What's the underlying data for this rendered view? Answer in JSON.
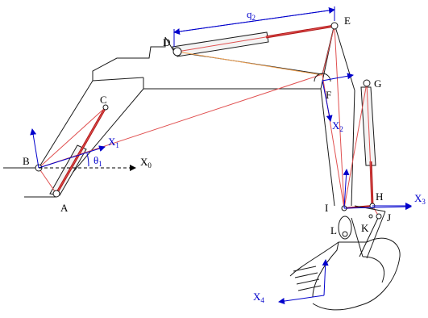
{
  "labels": {
    "A": "A",
    "B": "B",
    "C": "C",
    "D": "D",
    "E": "E",
    "F": "F",
    "G": "G",
    "H": "H",
    "I": "I",
    "J": "J",
    "K": "K",
    "L": "L"
  },
  "axes": {
    "x0": {
      "base": "X",
      "sub": "0"
    },
    "x1": {
      "base": "X",
      "sub": "1"
    },
    "x2": {
      "base": "X",
      "sub": "2"
    },
    "x3": {
      "base": "X",
      "sub": "3"
    },
    "x4": {
      "base": "X",
      "sub": "4"
    },
    "theta1": {
      "base": "θ",
      "sub": "1"
    },
    "q2": {
      "base": "q",
      "sub": "2"
    }
  },
  "colors": {
    "outline": "#1a1a1a",
    "frame": "#0000cc",
    "link": "#e05050",
    "link_dark": "#b01818",
    "link_orange": "#f0a050",
    "cylinder_fill": "#f4f4f4"
  }
}
